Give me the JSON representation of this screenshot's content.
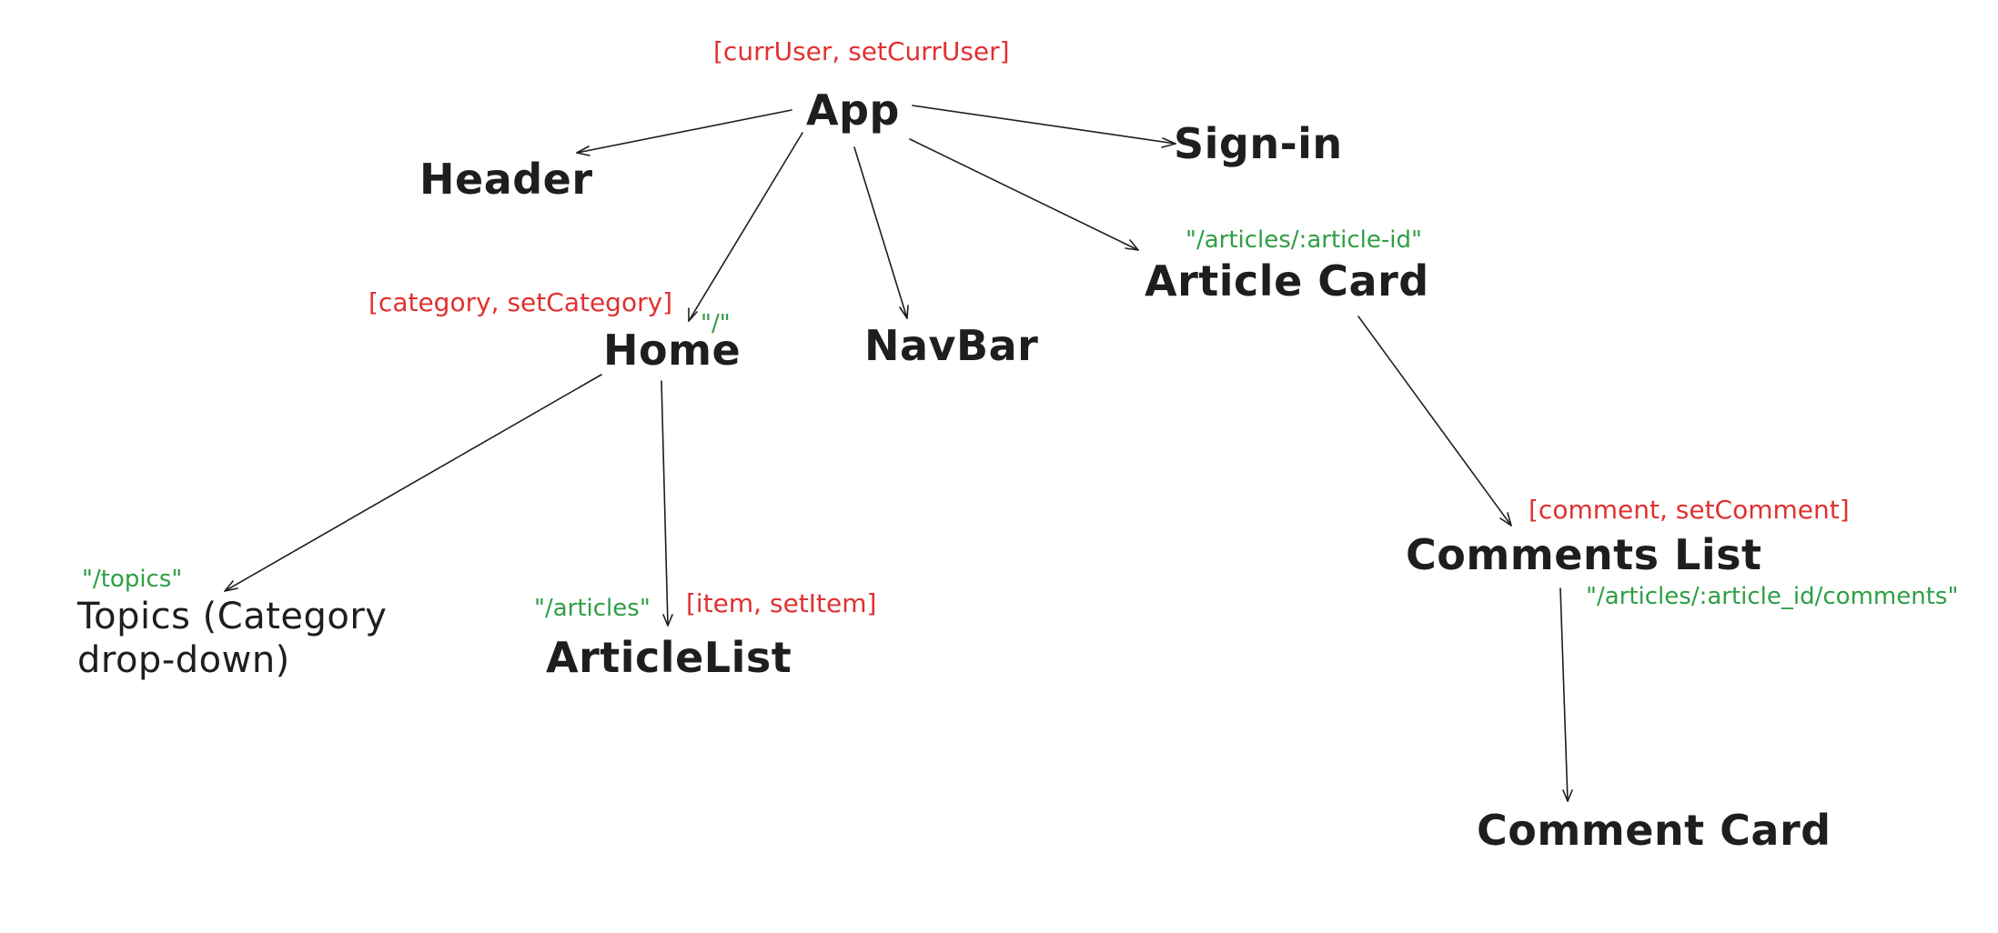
{
  "colors": {
    "node_text": "#1e1e1e",
    "state_text": "#e03131",
    "route_text": "#2f9e44",
    "edge": "#1e1e1e",
    "background": "#ffffff"
  },
  "nodes": {
    "app": "App",
    "header": "Header",
    "sign_in": "Sign-in",
    "home": "Home",
    "navbar": "NavBar",
    "article_card": "Article Card",
    "topics": "Topics (Category drop-down)",
    "article_list": "ArticleList",
    "comments_list": "Comments List",
    "comment_card": "Comment Card"
  },
  "state_labels": {
    "app": "[currUser, setCurrUser]",
    "home": "[category, setCategory]",
    "article_list": "[item, setItem]",
    "comments_list": "[comment, setComment]"
  },
  "route_labels": {
    "home": "\"/\"",
    "article_card": "\"/articles/:article-id\"",
    "topics": "\"/topics\"",
    "article_list": "\"/articles\"",
    "comments_list": "\"/articles/:article_id/comments\""
  },
  "edges": [
    {
      "from": "App",
      "to": "Header"
    },
    {
      "from": "App",
      "to": "Sign-in"
    },
    {
      "from": "App",
      "to": "Home"
    },
    {
      "from": "App",
      "to": "NavBar"
    },
    {
      "from": "App",
      "to": "Article Card"
    },
    {
      "from": "Home",
      "to": "Topics (Category drop-down)"
    },
    {
      "from": "Home",
      "to": "ArticleList"
    },
    {
      "from": "Article Card",
      "to": "Comments List"
    },
    {
      "from": "Comments List",
      "to": "Comment Card"
    }
  ]
}
